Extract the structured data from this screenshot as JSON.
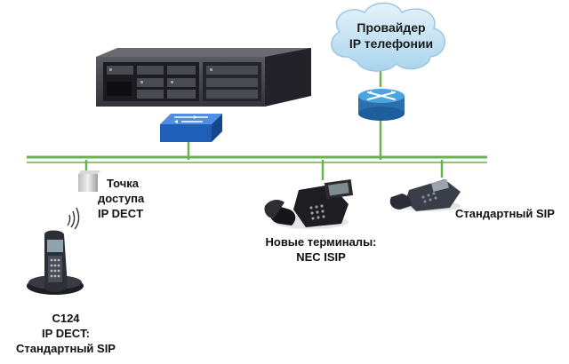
{
  "provider": {
    "lines": [
      "Провайдер",
      "IP телефонии"
    ]
  },
  "access_point": {
    "lines": [
      "Точка",
      "доступа",
      "IP DECT"
    ]
  },
  "nec_terminals": {
    "lines": [
      "Новые терминалы:",
      "NEC ISIP"
    ]
  },
  "standard_sip_phone": {
    "lines": [
      "Стандартный SIP"
    ]
  },
  "dect_handset": {
    "lines": [
      "C124",
      "IP DECT:",
      "Стандартный SIP"
    ]
  },
  "colors": {
    "network_line": "#6ab04c",
    "cloud_fill": "#bfe0f2",
    "switch_fill": "#1f5fb8",
    "router_fill": "#3b8fd1",
    "server_body": "#2b2b30"
  }
}
